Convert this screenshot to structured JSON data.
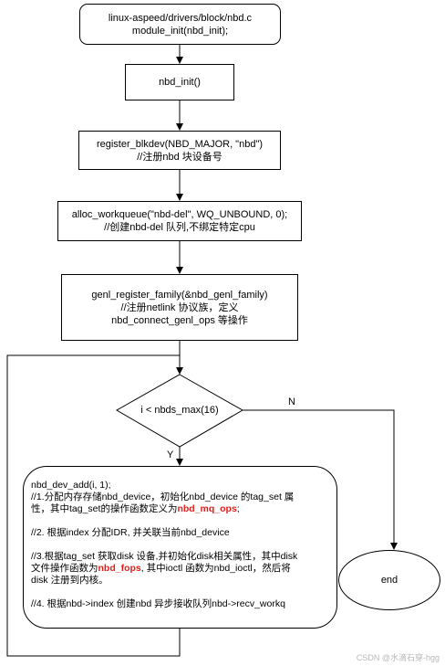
{
  "nodes": {
    "module_init": [
      "linux-aspeed/drivers/block/nbd.c",
      "module_init(nbd_init);"
    ],
    "nbd_init": [
      "nbd_init()"
    ],
    "register_blkdev": [
      "register_blkdev(NBD_MAJOR, \"nbd\")",
      "//注册nbd 块设备号"
    ],
    "alloc_workqueue": [
      "alloc_workqueue(\"nbd-del\", WQ_UNBOUND, 0);",
      "//创建nbd-del 队列,不绑定特定cpu"
    ],
    "genl_register_family": [
      "genl_register_family(&nbd_genl_family)",
      "//注册netlink 协议族，定义",
      "nbd_connect_genl_ops 等操作"
    ],
    "decision": "i < nbds_max(16)",
    "end": "end"
  },
  "loop_body": {
    "l1": "nbd_dev_add(i, 1);",
    "l2": "//1.分配内存存储nbd_device，初始化nbd_device 的tag_set 属",
    "l3a": "性，其中tag_set的操作函数定义为",
    "l3b": "nbd_mq_ops",
    "l3c": ";",
    "l4": "//2. 根据index 分配IDR, 并关联当前nbd_device",
    "l5": "//3.根据tag_set 获取disk 设备,并初始化disk相关属性，其中disk",
    "l6a": "文件操作函数为",
    "l6b": "nbd_fops",
    "l6c": ", 其中ioctl 函数为nbd_ioctl，然后将",
    "l7": "disk 注册到内核。",
    "l8": "//4. 根据nbd->index 创建nbd 异步接收队列nbd->recv_workq"
  },
  "edge_labels": {
    "no": "N",
    "yes": "Y"
  },
  "watermark": "CSDN @水滴石穿-hgg"
}
